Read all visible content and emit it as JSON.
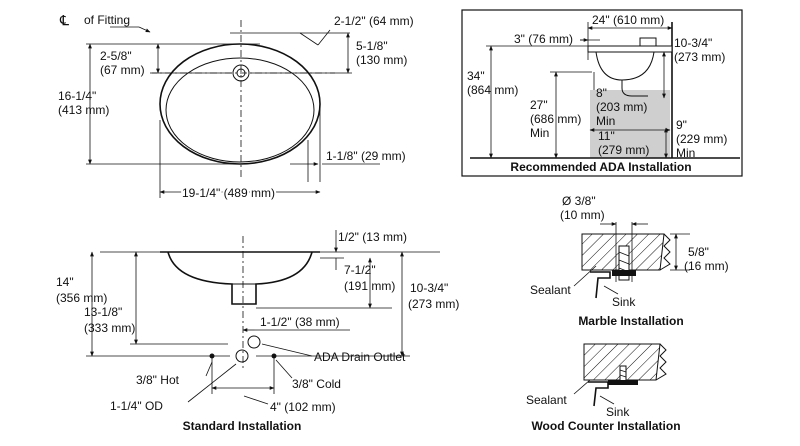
{
  "top_view": {
    "cl_of_fitting": "of Fitting",
    "dim_2_5_8_a": "2-5/8\"",
    "dim_2_5_8_b": "(67 mm)",
    "dim_2_1_2": "2-1/2\" (64 mm)",
    "dim_5_1_8_a": "5-1/8\"",
    "dim_5_1_8_b": "(130 mm)",
    "dim_16_1_4_a": "16-1/4\"",
    "dim_16_1_4_b": "(413 mm)",
    "dim_1_1_8": "1-1/8\" (29 mm)",
    "dim_19_1_4": "19-1/4\" (489 mm)"
  },
  "ada": {
    "title": "Recommended ADA Installation",
    "dim_24": "24\" (610 mm)",
    "dim_3": "3\" (76 mm)",
    "dim_10_3_4_a": "10-3/4\"",
    "dim_10_3_4_b": "(273 mm)",
    "dim_34_a": "34\"",
    "dim_34_b": "(864 mm)",
    "dim_8_a": "8\"",
    "dim_8_b": "(203 mm)",
    "dim_8_c": "Min",
    "dim_27_a": "27\"",
    "dim_27_b": "(686 mm)",
    "dim_27_c": "Min",
    "dim_11_a": "11\"",
    "dim_11_b": "(279 mm)",
    "dim_9_a": "9\"",
    "dim_9_b": "(229 mm)",
    "dim_9_c": "Min"
  },
  "standard": {
    "title": "Standard Installation",
    "dim_1_2": "1/2\" (13 mm)",
    "dim_7_1_2_a": "7-1/2\"",
    "dim_7_1_2_b": "(191 mm)",
    "dim_10_3_4_a": "10-3/4\"",
    "dim_10_3_4_b": "(273 mm)",
    "dim_14_a": "14\"",
    "dim_14_b": "(356 mm)",
    "dim_13_1_8_a": "13-1/8\"",
    "dim_13_1_8_b": "(333 mm)",
    "dim_1_1_2": "1-1/2\" (38 mm)",
    "ada_drain_outlet": "ADA Drain Outlet",
    "hot": "3/8\" Hot",
    "cold": "3/8\" Cold",
    "od": "1-1/4\" OD",
    "dim_4": "4\" (102 mm)"
  },
  "marble": {
    "title": "Marble Installation",
    "dia_a": "Ø 3/8\"",
    "dia_b": "(10 mm)",
    "dim_5_8_a": "5/8\"",
    "dim_5_8_b": "(16 mm)",
    "sealant": "Sealant",
    "sink": "Sink"
  },
  "wood": {
    "title": "Wood Counter Installation",
    "sealant": "Sealant",
    "sink": "Sink"
  }
}
